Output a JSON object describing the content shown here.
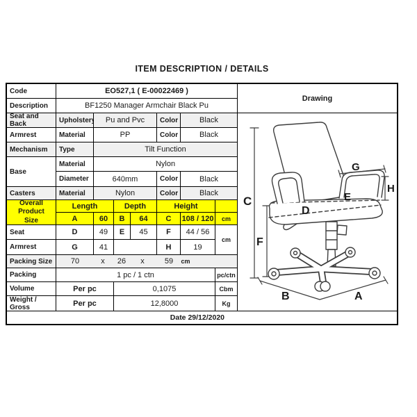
{
  "title": "ITEM DESCRIPTION / DETAILS",
  "rows": {
    "code": {
      "label": "Code",
      "value": "EO527,1 ( E-00022469 )"
    },
    "description": {
      "label": "Description",
      "value": "BF1250 Manager Armchair Black Pu"
    },
    "seat_back": {
      "label": "Seat and Back",
      "attr": "Upholstery",
      "value": "Pu and Pvc",
      "color_label": "Color",
      "color": "Black"
    },
    "armrest": {
      "label": "Armrest",
      "attr": "Material",
      "value": "PP",
      "color_label": "Color",
      "color": "Black"
    },
    "mechanism": {
      "label": "Mechanism",
      "attr": "Type",
      "value": "Tilt Function"
    },
    "base": {
      "label": "Base",
      "row1_attr": "Material",
      "row1_value": "Nylon",
      "row2_attr": "Diameter",
      "row2_value": "640mm",
      "color_label": "Color",
      "color": "Black"
    },
    "casters": {
      "label": "Casters",
      "attr": "Material",
      "value": "Nylon",
      "color_label": "Color",
      "color": "Black"
    },
    "overall": {
      "label_line1": "Overall Product",
      "label_line2": "Size",
      "length": "Length",
      "depth": "Depth",
      "height": "Height",
      "a": "A",
      "a_value": "60",
      "b": "B",
      "b_value": "64",
      "c": "C",
      "c_value": "108 / 120",
      "unit": "cm"
    },
    "seat": {
      "label": "Seat",
      "d": "D",
      "d_value": "49",
      "e": "E",
      "e_value": "45",
      "f": "F",
      "f_value": "44 / 56"
    },
    "armrest_size": {
      "label": "Armrest",
      "g": "G",
      "g_value": "41",
      "h": "H",
      "h_value": "19",
      "unit": "cm"
    },
    "packing_size": {
      "label": "Packing Size",
      "l": "70",
      "x1": "x",
      "w": "26",
      "x2": "x",
      "h": "59",
      "unit": "cm"
    },
    "packing": {
      "label": "Packing",
      "value": "1 pc / 1 ctn",
      "unit": "pc/ctn"
    },
    "volume": {
      "label": "Volume",
      "per": "Per pc",
      "value": "0,1075",
      "unit": "Cbm"
    },
    "weight": {
      "label": "Weight / Gross",
      "per": "Per pc",
      "value": "12,8000",
      "unit": "Kg"
    },
    "date": "Date 29/12/2020"
  },
  "drawing": {
    "header": "Drawing",
    "dims": {
      "a": "A",
      "b": "B",
      "c": "C",
      "d": "D",
      "e": "E",
      "f": "F",
      "g": "G",
      "h": "H"
    }
  },
  "colors": {
    "highlight": "#ffff00",
    "row_shade": "#f0f0f0",
    "border": "#000000"
  }
}
